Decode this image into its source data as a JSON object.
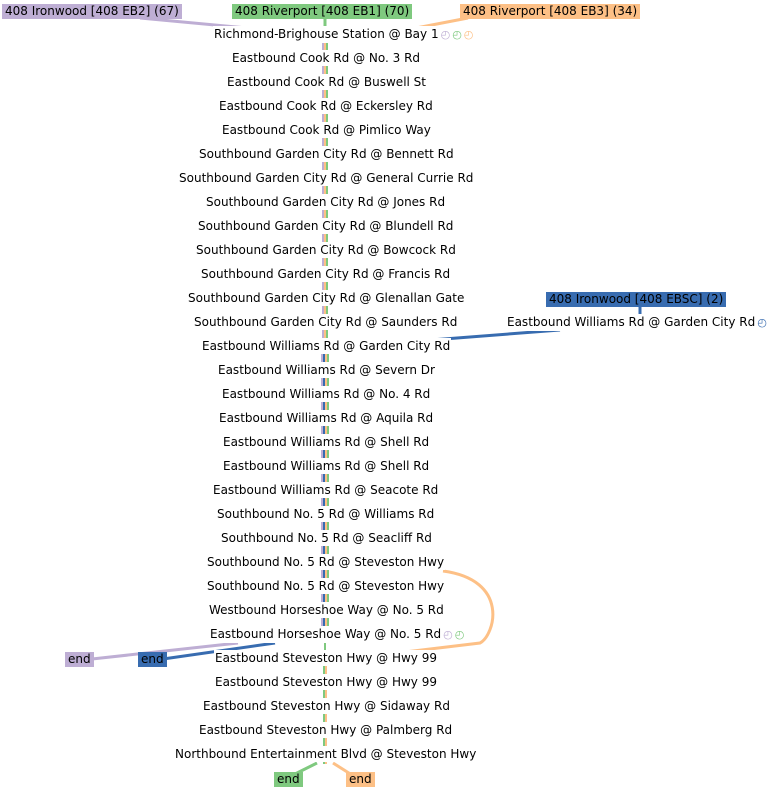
{
  "colors": {
    "eb1": "#7fc97f",
    "eb2": "#beaed4",
    "eb3": "#fdc086",
    "ebsc": "#386cb0"
  },
  "routes": {
    "eb2": "408 Ironwood [408 EB2] (67)",
    "eb1": "408 Riverport [408 EB1] (70)",
    "eb3": "408 Riverport [408 EB3] (34)",
    "ebsc": "408 Ironwood [408 EBSC] (2)"
  },
  "ends": {
    "eb2": "end",
    "ebsc": "end",
    "eb1": "end",
    "eb3": "end"
  },
  "branch_stop": "Eastbound Williams Rd @ Garden City Rd",
  "stops": [
    "Richmond-Brighouse Station @ Bay 1",
    "Eastbound Cook Rd @ No. 3 Rd",
    "Eastbound Cook Rd @ Buswell St",
    "Eastbound Cook Rd @ Eckersley Rd",
    "Eastbound Cook Rd @ Pimlico Way",
    "Southbound Garden City Rd @ Bennett Rd",
    "Southbound Garden City Rd @ General Currie Rd",
    "Southbound Garden City Rd @ Jones Rd",
    "Southbound Garden City Rd @ Blundell Rd",
    "Southbound Garden City Rd @ Bowcock Rd",
    "Southbound Garden City Rd @ Francis Rd",
    "Southbound Garden City Rd @ Glenallan Gate",
    "Southbound Garden City Rd @ Saunders Rd",
    "Eastbound Williams Rd @ Garden City Rd",
    "Eastbound Williams Rd @ Severn Dr",
    "Eastbound Williams Rd @ No. 4 Rd",
    "Eastbound Williams Rd @ Aquila Rd",
    "Eastbound Williams Rd @ Shell Rd",
    "Eastbound Williams Rd @ Shell Rd",
    "Eastbound Williams Rd @ Seacote Rd",
    "Southbound No. 5 Rd @ Williams Rd",
    "Southbound No. 5 Rd @ Seacliff Rd",
    "Southbound No. 5 Rd @ Steveston Hwy",
    "Southbound No. 5 Rd @ Steveston Hwy",
    "Westbound Horseshoe Way @ No. 5 Rd",
    "Eastbound Horseshoe Way @ No. 5 Rd",
    "Eastbound Steveston Hwy @ Hwy 99",
    "Eastbound Steveston Hwy @ Hwy 99",
    "Eastbound Steveston Hwy @ Sidaway Rd",
    "Eastbound Steveston Hwy @ Palmberg Rd",
    "Northbound Entertainment Blvd @ Steveston Hwy"
  ]
}
